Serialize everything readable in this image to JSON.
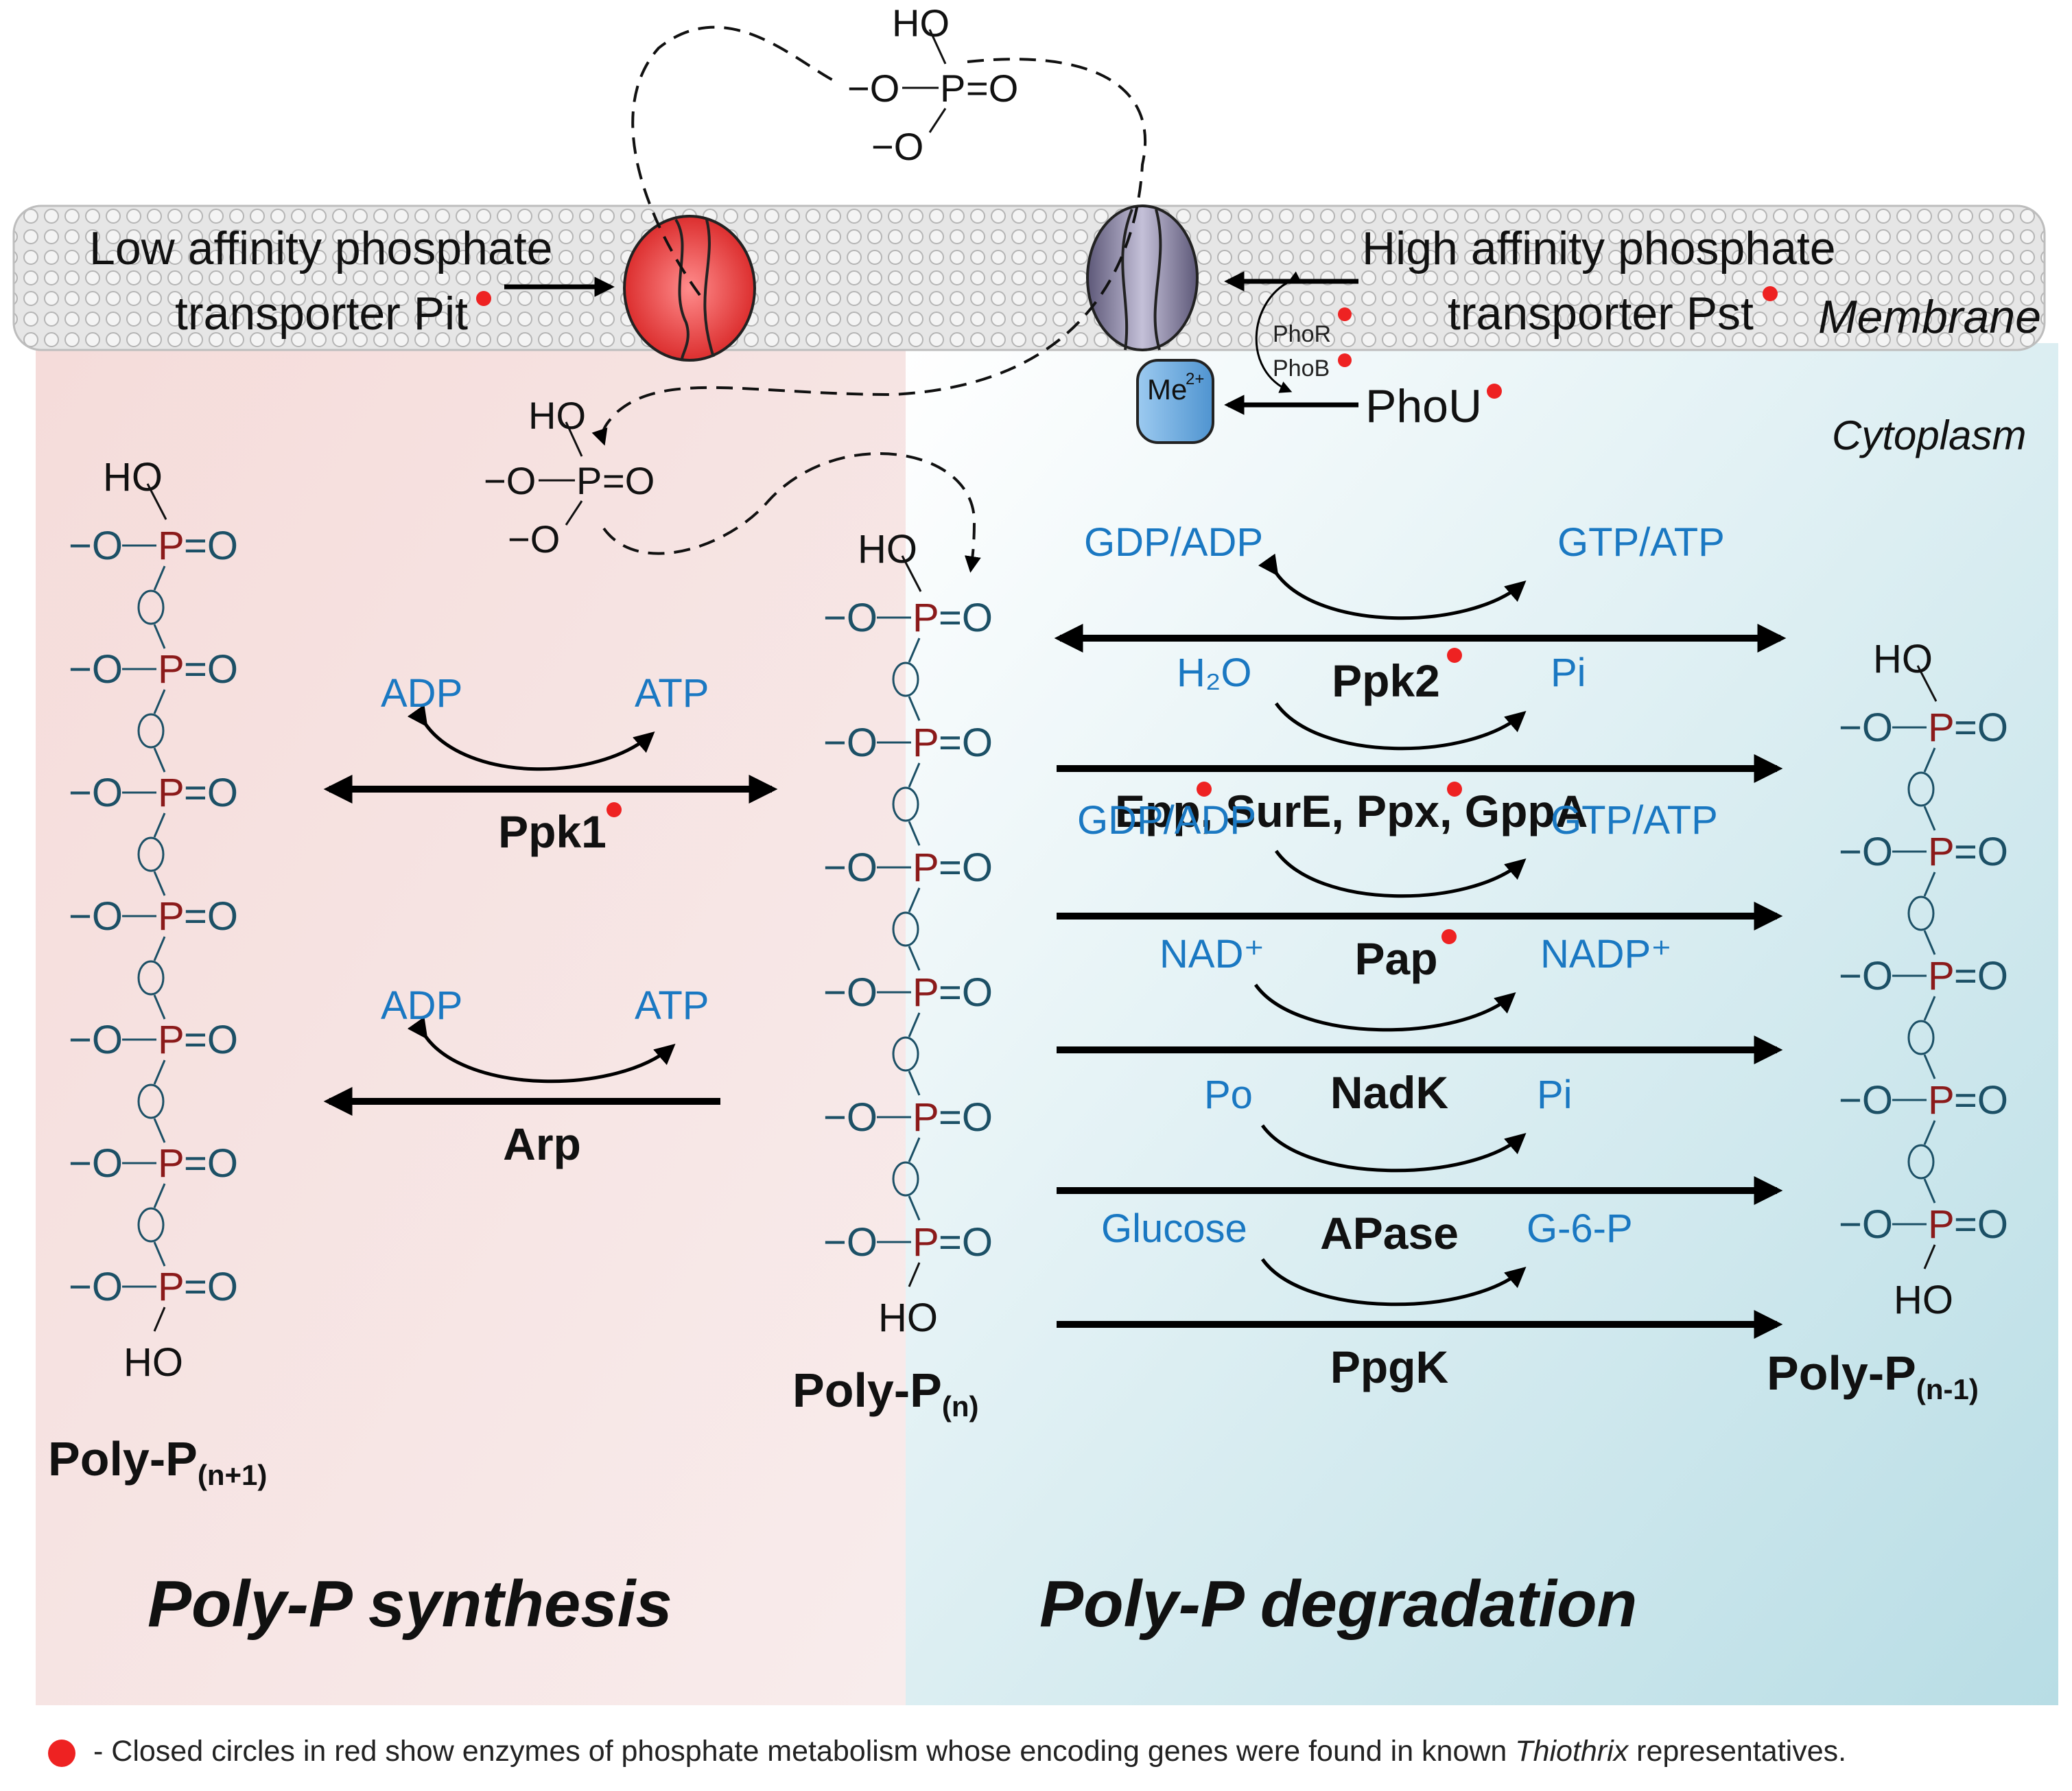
{
  "colors": {
    "cofactor": "#1a78c2",
    "phosphorus": "#8b1a1a",
    "oxygen": "#1c5066",
    "marker": "#ee2222",
    "synthesis_bg": "#f3d7d5",
    "degradation_bg": "#bfe0e6",
    "pit": "#e52b2b",
    "pst": "#8c87a8",
    "me": "#7ab6e6"
  },
  "membrane": {
    "pit_label": [
      "Low affinity phosphate",
      "transporter Pit"
    ],
    "pst_label": [
      "High affinity phosphate",
      "transporter Pst"
    ],
    "membrane_label": "Membrane",
    "cytoplasm_label": "Cytoplasm",
    "me_label": "Me",
    "me_charge": "2+",
    "phor": "PhoR",
    "phob": "PhoB",
    "phou": "PhoU"
  },
  "phosphate": {
    "ho": "HO",
    "o_minus": "−O",
    "p": "P",
    "eq_o": "=O",
    "o": "O"
  },
  "molecules": {
    "left": {
      "base": "Poly-P",
      "sub": "(n+1)",
      "units": 7
    },
    "middle": {
      "base": "Poly-P",
      "sub": "(n)",
      "units": 6
    },
    "right": {
      "base": "Poly-P",
      "sub": "(n-1)",
      "units": 5
    }
  },
  "synthesis": {
    "ppk1": {
      "enzyme": "Ppk1",
      "left": "ADP",
      "right": "ATP"
    },
    "arp": {
      "enzyme": "Arp",
      "left": "ADP",
      "right": "ATP"
    }
  },
  "degradation": {
    "ppk2": {
      "enzyme": "Ppk2",
      "left": "GDP/ADP",
      "right": "GTP/ATP"
    },
    "epp": {
      "enzyme_parts": [
        "Epp",
        ", SurE, Ppx",
        ", GppA"
      ],
      "left": "H₂O",
      "right": "Pi"
    },
    "pap": {
      "enzyme": "Pap",
      "left": "GDP/ADP",
      "right": "GTP/ATP"
    },
    "nadk": {
      "enzyme": "NadK",
      "left": "NAD⁺",
      "right": "NADP⁺"
    },
    "apase": {
      "enzyme": "APase",
      "left": "Po",
      "right": "Pi"
    },
    "ppgk": {
      "enzyme": "PpgK",
      "left": "Glucose",
      "right": "G-6-P"
    }
  },
  "sections": {
    "synthesis": "Poly-P synthesis",
    "degradation": "Poly-P degradation"
  },
  "legend": {
    "text_pre": "- Closed circles in red show enzymes of phosphate metabolism whose encoding genes were found in known ",
    "italic": "Thiothrix",
    "text_post": " representatives."
  }
}
